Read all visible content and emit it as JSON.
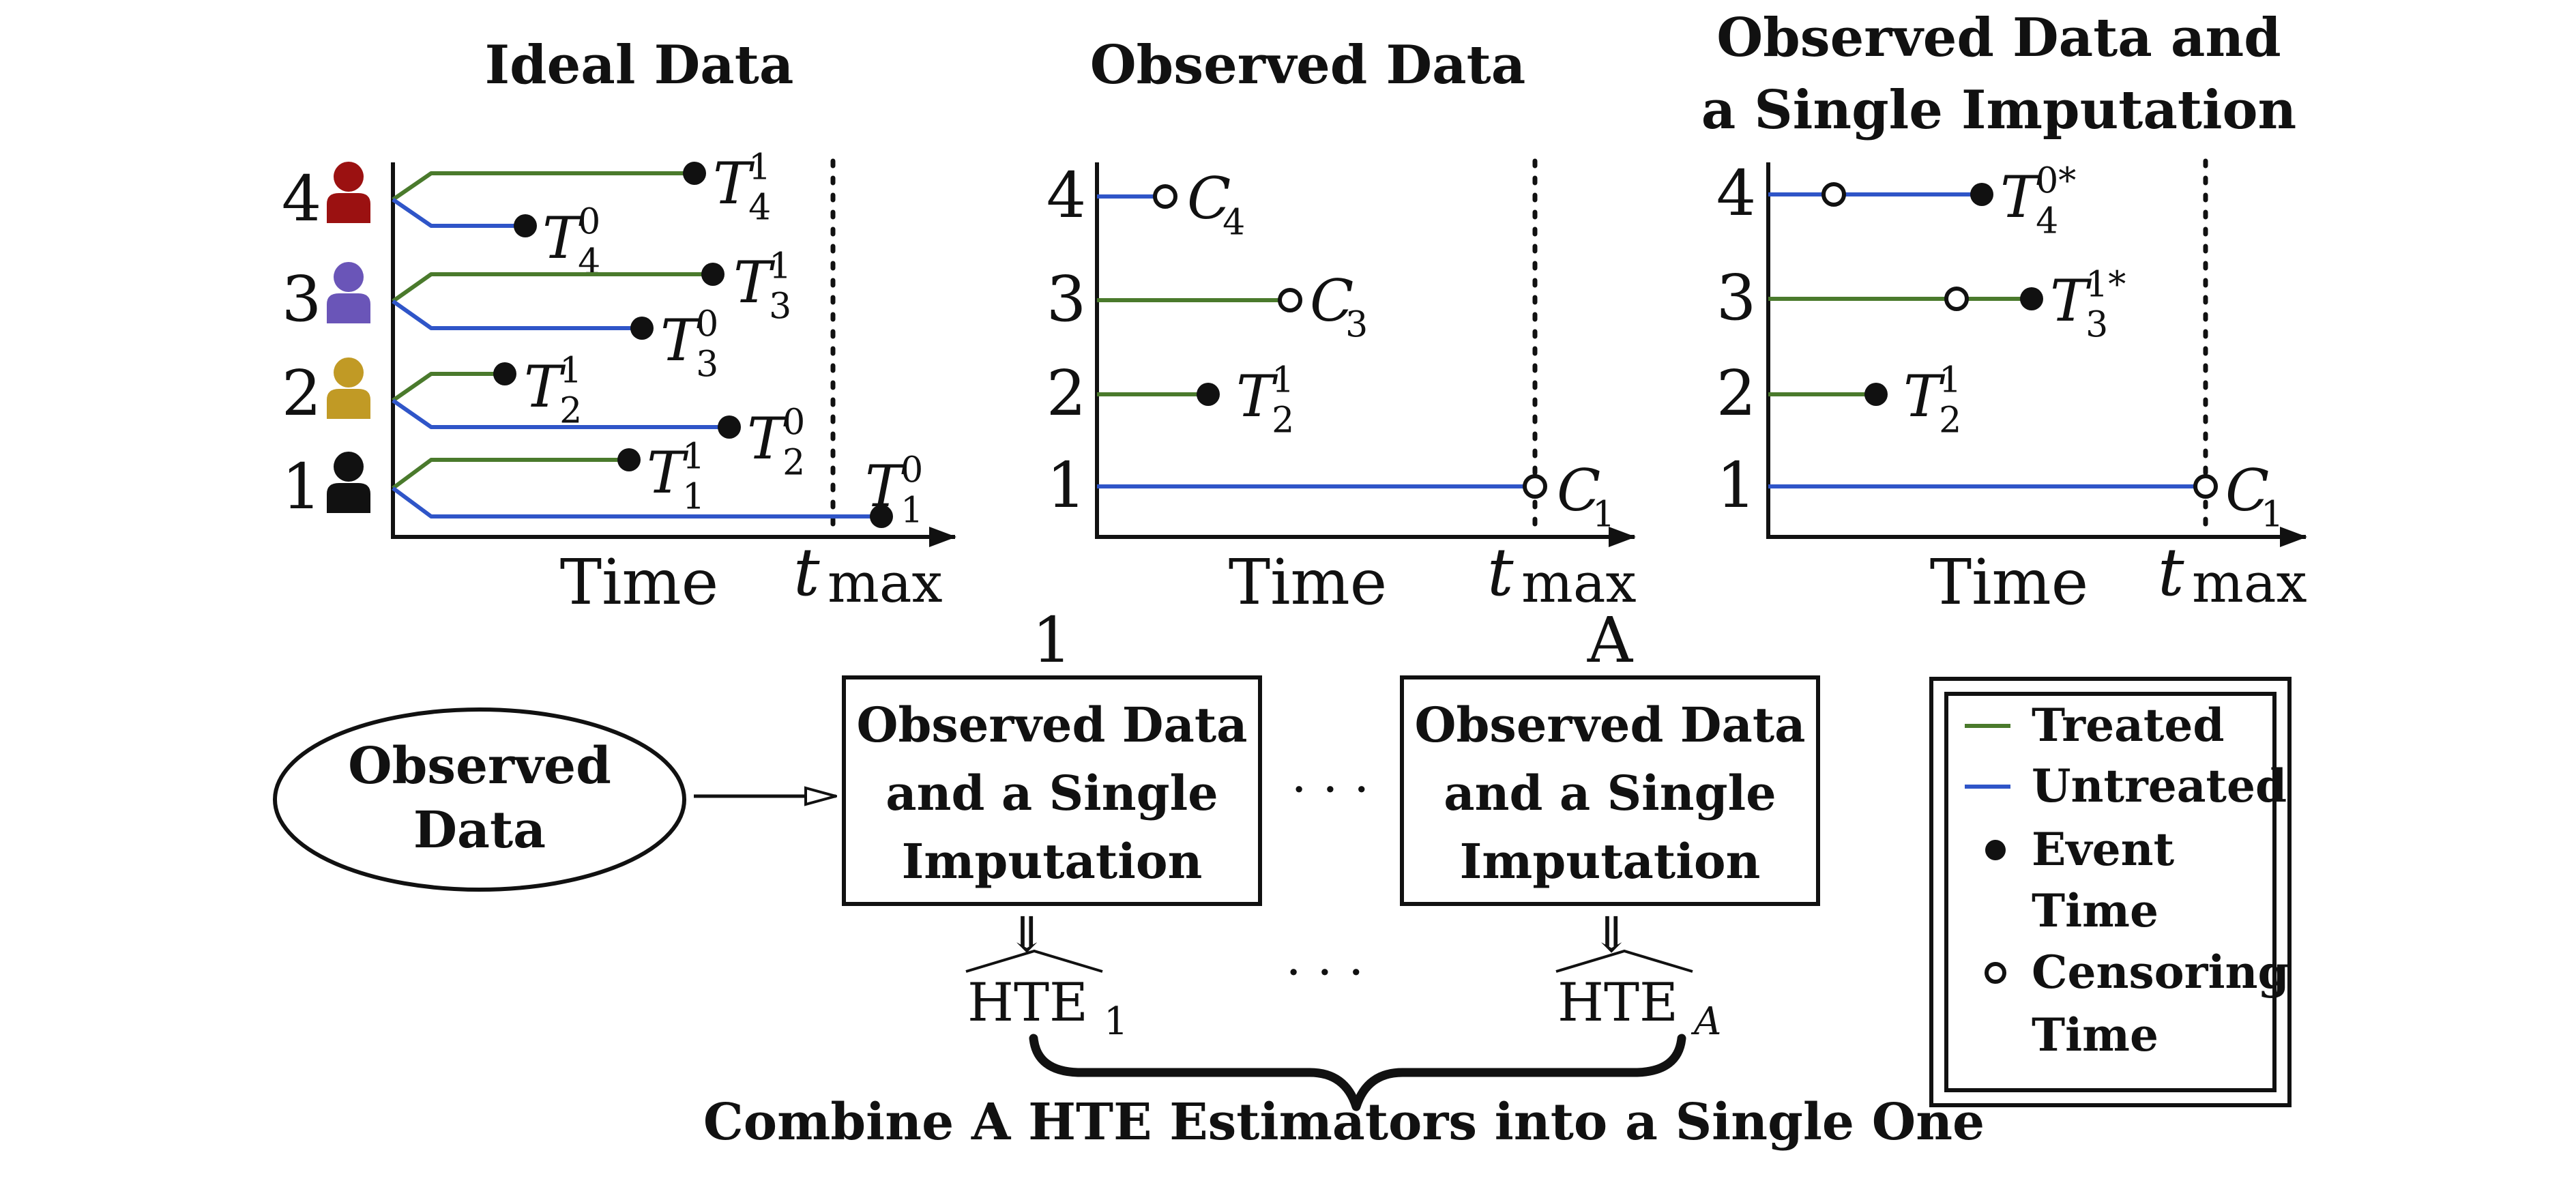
{
  "colors": {
    "treated": "#4a7a2c",
    "untreated": "#2f55c8",
    "ink": "#111111",
    "person4": "#9b1111",
    "person3": "#6a55b8",
    "person2": "#c19a25",
    "person1": "#111111"
  },
  "panels": [
    {
      "id": "ideal",
      "title_lines": [
        "Ideal Data"
      ],
      "subjects": [
        {
          "label": "4",
          "icon": "person-icon",
          "lines": [
            {
              "arm": "treated",
              "end": "event",
              "label": {
                "base": "T",
                "sup": "1",
                "sub": "4"
              }
            },
            {
              "arm": "untreated",
              "end": "event",
              "label": {
                "base": "T",
                "sup": "0",
                "sub": "4"
              }
            }
          ]
        },
        {
          "label": "3",
          "icon": "person-icon",
          "lines": [
            {
              "arm": "treated",
              "end": "event",
              "label": {
                "base": "T",
                "sup": "1",
                "sub": "3"
              }
            },
            {
              "arm": "untreated",
              "end": "event",
              "label": {
                "base": "T",
                "sup": "0",
                "sub": "3"
              }
            }
          ]
        },
        {
          "label": "2",
          "icon": "person-icon",
          "lines": [
            {
              "arm": "treated",
              "end": "event",
              "label": {
                "base": "T",
                "sup": "1",
                "sub": "2"
              }
            },
            {
              "arm": "untreated",
              "end": "event",
              "label": {
                "base": "T",
                "sup": "0",
                "sub": "2"
              }
            }
          ]
        },
        {
          "label": "1",
          "icon": "person-icon",
          "lines": [
            {
              "arm": "treated",
              "end": "event",
              "label": {
                "base": "T",
                "sup": "1",
                "sub": "1"
              }
            },
            {
              "arm": "untreated",
              "end": "event",
              "label": {
                "base": "T",
                "sup": "0",
                "sub": "1"
              }
            }
          ]
        }
      ],
      "xlabel": "Time",
      "tmax": {
        "base": "t",
        "sub": "max"
      }
    },
    {
      "id": "observed",
      "title_lines": [
        "Observed Data"
      ],
      "subjects": [
        {
          "label": "4",
          "lines": [
            {
              "arm": "untreated",
              "end": "censor",
              "label": {
                "base": "C",
                "sub": "4"
              }
            }
          ]
        },
        {
          "label": "3",
          "lines": [
            {
              "arm": "treated",
              "end": "censor",
              "label": {
                "base": "C",
                "sub": "3"
              }
            }
          ]
        },
        {
          "label": "2",
          "lines": [
            {
              "arm": "treated",
              "end": "event",
              "label": {
                "base": "T",
                "sup": "1",
                "sub": "2"
              }
            }
          ]
        },
        {
          "label": "1",
          "lines": [
            {
              "arm": "untreated",
              "end": "censor",
              "label": {
                "base": "C",
                "sub": "1"
              }
            }
          ]
        }
      ],
      "xlabel": "Time",
      "tmax": {
        "base": "t",
        "sub": "max"
      }
    },
    {
      "id": "imputed",
      "title_lines": [
        "Observed Data and",
        "a Single Imputation"
      ],
      "subjects": [
        {
          "label": "4",
          "lines": [
            {
              "arm": "untreated",
              "end": "event",
              "censor_mark": true,
              "label": {
                "base": "T",
                "sup": "0*",
                "sub": "4"
              }
            }
          ]
        },
        {
          "label": "3",
          "lines": [
            {
              "arm": "treated",
              "end": "event",
              "censor_mark": true,
              "label": {
                "base": "T",
                "sup": "1*",
                "sub": "3"
              }
            }
          ]
        },
        {
          "label": "2",
          "lines": [
            {
              "arm": "treated",
              "end": "event",
              "label": {
                "base": "T",
                "sup": "1",
                "sub": "2"
              }
            }
          ]
        },
        {
          "label": "1",
          "lines": [
            {
              "arm": "untreated",
              "end": "censor",
              "label": {
                "base": "C",
                "sub": "1"
              }
            }
          ]
        }
      ],
      "xlabel": "Time",
      "tmax": {
        "base": "t",
        "sub": "max"
      }
    }
  ],
  "flow": {
    "source_lines": [
      "Observed",
      "Data"
    ],
    "boxes": [
      {
        "index_label": "1",
        "lines": [
          "Observed Data",
          "and a Single",
          "Imputation"
        ],
        "estimate": {
          "base": "HTE",
          "sub": "1"
        }
      },
      {
        "index_label": "A",
        "lines": [
          "Observed Data",
          "and a Single",
          "Imputation"
        ],
        "estimate": {
          "base": "HTE",
          "sub": "A"
        }
      }
    ],
    "ellipsis": "· · ·",
    "implies": "⇓",
    "combine_caption": "Combine A HTE Estimators into a Single One"
  },
  "legend": {
    "items": [
      {
        "symbol": "treated-line",
        "lines": [
          "Treated"
        ]
      },
      {
        "symbol": "untreated-line",
        "lines": [
          "Untreated"
        ]
      },
      {
        "symbol": "event-dot",
        "lines": [
          "Event",
          "Time"
        ]
      },
      {
        "symbol": "censor-circle",
        "lines": [
          "Censoring",
          "Time"
        ]
      }
    ]
  }
}
